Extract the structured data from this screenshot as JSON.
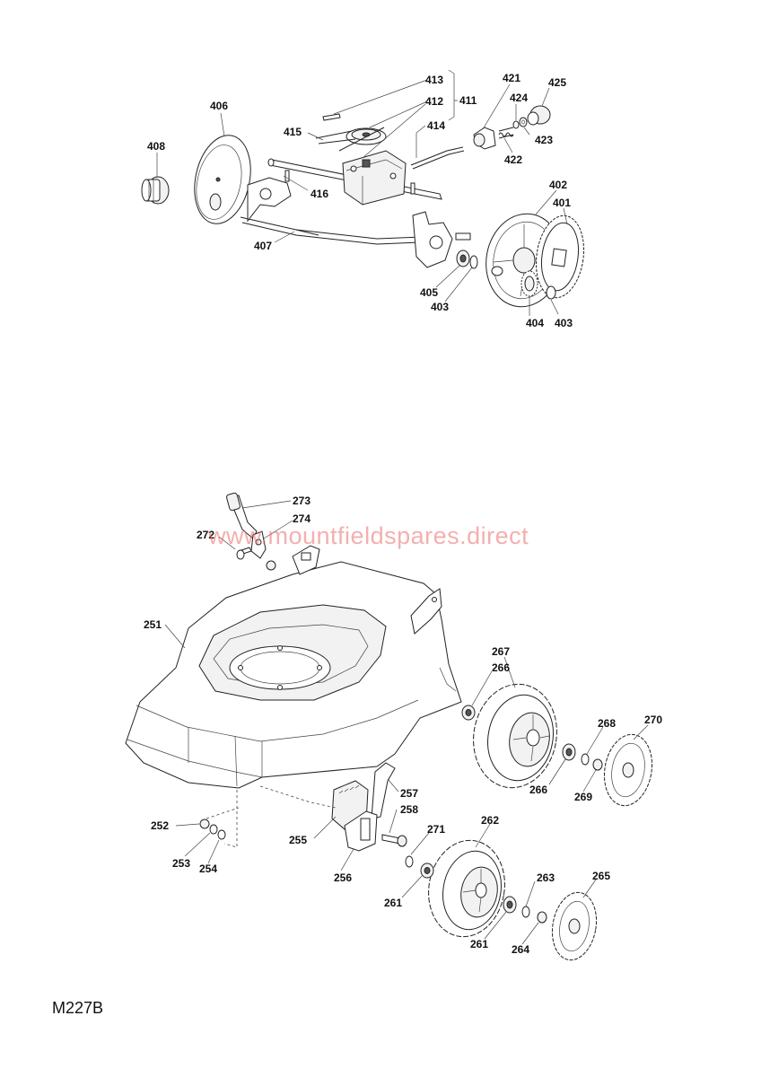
{
  "watermark": "www.mountfieldspares.direct",
  "drawing_code": "M227B",
  "upper_assembly": {
    "labels": [
      "413",
      "412",
      "411",
      "414",
      "415",
      "416",
      "406",
      "408",
      "407",
      "421",
      "424",
      "425",
      "423",
      "422",
      "402",
      "401",
      "405",
      "403",
      "404",
      "403"
    ]
  },
  "lower_assembly": {
    "labels": [
      "273",
      "274",
      "272",
      "251",
      "267",
      "266",
      "268",
      "270",
      "266",
      "269",
      "257",
      "258",
      "255",
      "256",
      "252",
      "253",
      "254",
      "271",
      "262",
      "261",
      "263",
      "265",
      "261",
      "264"
    ]
  }
}
